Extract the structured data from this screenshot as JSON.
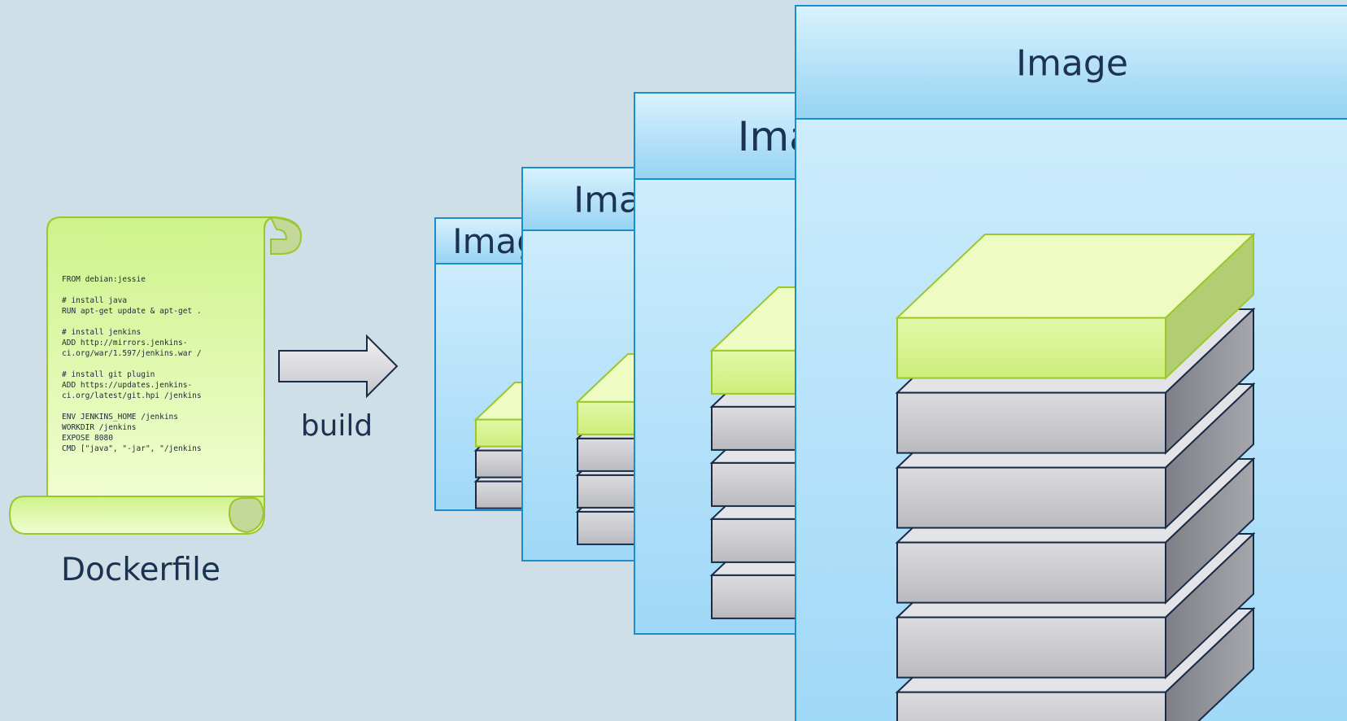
{
  "dockerfile": {
    "label": "Dockerfile",
    "lines": [
      "FROM debian:jessie",
      "",
      "# install java",
      "RUN apt-get update & apt-get .",
      "",
      "# install jenkins",
      "ADD http://mirrors.jenkins-",
      "ci.org/war/1.597/jenkins.war /",
      "",
      "# install git plugin",
      "ADD https://updates.jenkins-",
      "ci.org/latest/git.hpi /jenkins",
      "",
      "ENV JENKINS_HOME /jenkins",
      "WORKDIR /jenkins",
      "EXPOSE 8080",
      "CMD [\"java\", \"-jar\", \"/jenkins"
    ]
  },
  "arrow": {
    "label": "build"
  },
  "images": [
    {
      "title": "Image",
      "layers": 3
    },
    {
      "title": "Image",
      "layers": 4
    },
    {
      "title": "Image",
      "layers": 5
    },
    {
      "title": "Image",
      "layers": 6
    }
  ],
  "colors": {
    "background": "#cfdfe8",
    "scroll_fill": "#d6f59a",
    "scroll_stroke": "#9cc72c",
    "panel_header": "#aadaf5",
    "panel_body": "#bde6fb",
    "panel_border": "#1b8ccc",
    "layer_front": "#c9c9cd",
    "layer_side": "#8f9096",
    "layer_top": "#e3e4e8",
    "layer_stroke": "#1a2b45",
    "top_layer_front": "#d4f28a",
    "top_layer_side": "#b3cd72",
    "top_layer_top": "#eefcc4",
    "text": "#1b3350"
  }
}
